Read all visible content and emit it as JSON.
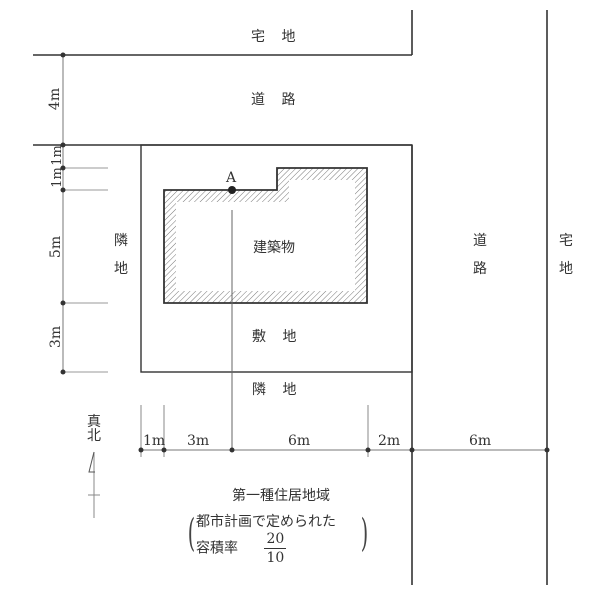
{
  "diagram": {
    "labels": {
      "top_residential": "宅 地",
      "top_road": "道 路",
      "left_neighbor": [
        "隣",
        "地"
      ],
      "building": "建築物",
      "site": "敷 地",
      "bottom_neighbor": "隣 地",
      "right_road": [
        "道",
        "路"
      ],
      "right_residential": [
        "宅",
        "地"
      ],
      "point_a": "A"
    },
    "vertical_dimensions": [
      "4m",
      "1m",
      "1m",
      "5m",
      "3m"
    ],
    "horizontal_dimensions": [
      "1m",
      "3m",
      "6m",
      "2m",
      "6m"
    ],
    "north_arrow": [
      "真",
      "北"
    ],
    "zoning": {
      "district": "第一種住居地域",
      "note_line1": "都市計画で定められた",
      "note_line2_label": "容積率",
      "ratio_numerator": "20",
      "ratio_denominator": "10"
    },
    "colors": {
      "line": "#333333",
      "hatch": "#555555",
      "dimension_line": "#777777"
    }
  }
}
